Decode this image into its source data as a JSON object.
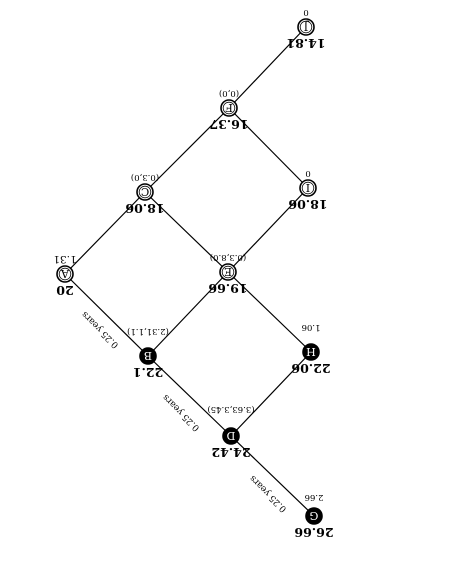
{
  "nodes": [
    {
      "id": "J",
      "letter": "J",
      "value": "14.81",
      "annotation": "0",
      "style": "open"
    },
    {
      "id": "F",
      "letter": "F",
      "value": "16.37",
      "annotation": "(0,0)",
      "style": "open"
    },
    {
      "id": "C",
      "letter": "C",
      "value": "18.06",
      "annotation": "(0.3,0)",
      "style": "open"
    },
    {
      "id": "I",
      "letter": "I",
      "value": "18.06",
      "annotation": "0",
      "style": "open"
    },
    {
      "id": "A",
      "letter": "A",
      "value": "20",
      "annotation": "1.31",
      "style": "open"
    },
    {
      "id": "E",
      "letter": "E",
      "value": "19.66",
      "annotation": "(0.3,8.0)",
      "style": "open"
    },
    {
      "id": "B",
      "letter": "B",
      "value": "22.1",
      "annotation": "(2.31,1.1)",
      "style": "filled"
    },
    {
      "id": "H",
      "letter": "H",
      "value": "22.06",
      "annotation": "1.06",
      "style": "filled"
    },
    {
      "id": "D",
      "letter": "D",
      "value": "24.42",
      "annotation": "(3.63,3.45)",
      "style": "filled"
    },
    {
      "id": "G",
      "letter": "G",
      "value": "26.66",
      "annotation": "2.66",
      "style": "filled"
    }
  ],
  "edge_labels": {
    "a_b": "0.25 years",
    "b_d": "0.25 years",
    "d_g": "0.25 years"
  }
}
